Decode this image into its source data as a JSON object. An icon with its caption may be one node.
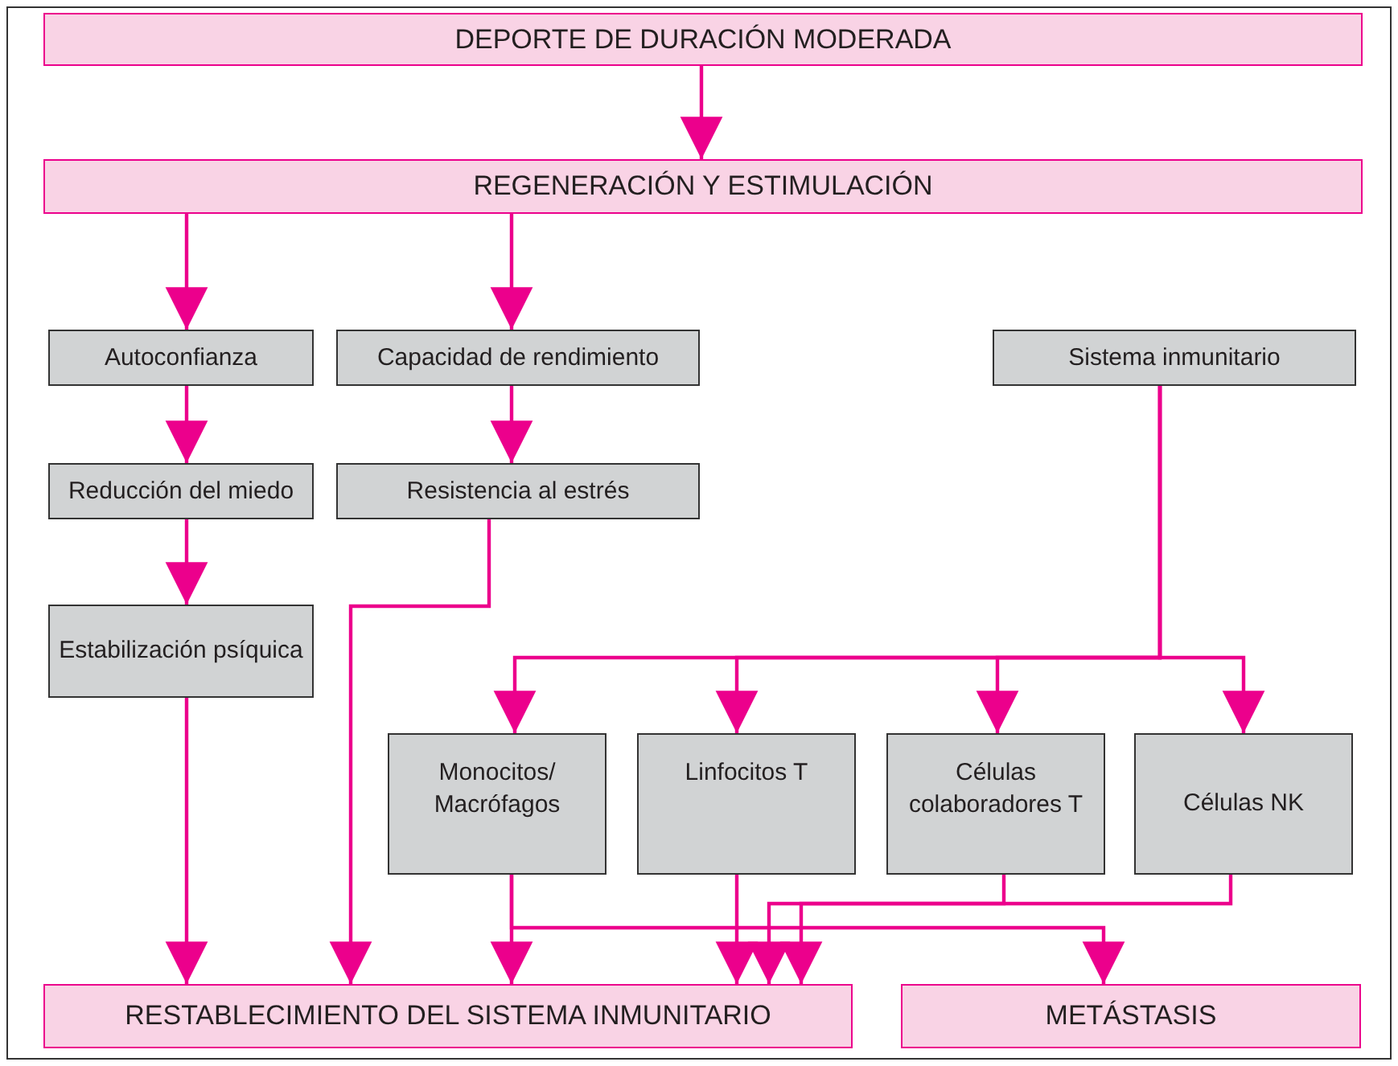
{
  "diagram": {
    "nodes": [
      {
        "text": [
          "DEPORTE DE DURACIÓN MODERADA"
        ]
      },
      {
        "text": [
          "REGENERACIÓN Y ESTIMULACIÓN"
        ]
      },
      {
        "text": [
          "Autoconfianza"
        ]
      },
      {
        "text": [
          "Capacidad de rendimiento"
        ]
      },
      {
        "text": [
          "Sistema inmunitario"
        ]
      },
      {
        "text": [
          "Reducción del miedo"
        ]
      },
      {
        "text": [
          "Resistencia al estrés"
        ]
      },
      {
        "text": [
          "Estabilización psíquica"
        ]
      },
      {
        "text": [
          "Monocitos/ Macrófagos"
        ]
      },
      {
        "text": [
          "Linfocitos T"
        ]
      },
      {
        "text": [
          "Células colaboradores T"
        ]
      },
      {
        "text": [
          "Células NK"
        ]
      },
      {
        "text": [
          "RESTABLECIMIENTO DEL SISTEMA INMUNITARIO"
        ]
      },
      {
        "text": [
          "METÁSTASIS"
        ]
      }
    ],
    "edges": [
      {
        "from": 0,
        "to": 1,
        "arrow": "to"
      },
      {
        "from": 1,
        "to": 2,
        "arrow": "to"
      },
      {
        "from": 1,
        "to": 3,
        "arrow": "to"
      },
      {
        "from": 2,
        "to": 5,
        "arrow": "to"
      },
      {
        "from": 3,
        "to": 6,
        "arrow": "to"
      },
      {
        "from": 5,
        "to": 7,
        "arrow": "to"
      },
      {
        "from": 7,
        "to": 12,
        "arrow": "to"
      },
      {
        "from": 6,
        "to": 12,
        "arrow": "to"
      },
      {
        "from": 4,
        "to": 8,
        "arrow": "to"
      },
      {
        "from": 4,
        "to": 9,
        "arrow": "to"
      },
      {
        "from": 4,
        "to": 10,
        "arrow": "to"
      },
      {
        "from": 4,
        "to": 11,
        "arrow": "to"
      },
      {
        "from": 8,
        "to": 12,
        "arrow": "to"
      },
      {
        "from": 8,
        "to": 13,
        "arrow": "to"
      },
      {
        "from": 9,
        "to": 12,
        "arrow": "to"
      },
      {
        "from": 10,
        "to": 12,
        "arrow": "to"
      },
      {
        "from": 11,
        "to": 12,
        "arrow": "to"
      }
    ]
  }
}
